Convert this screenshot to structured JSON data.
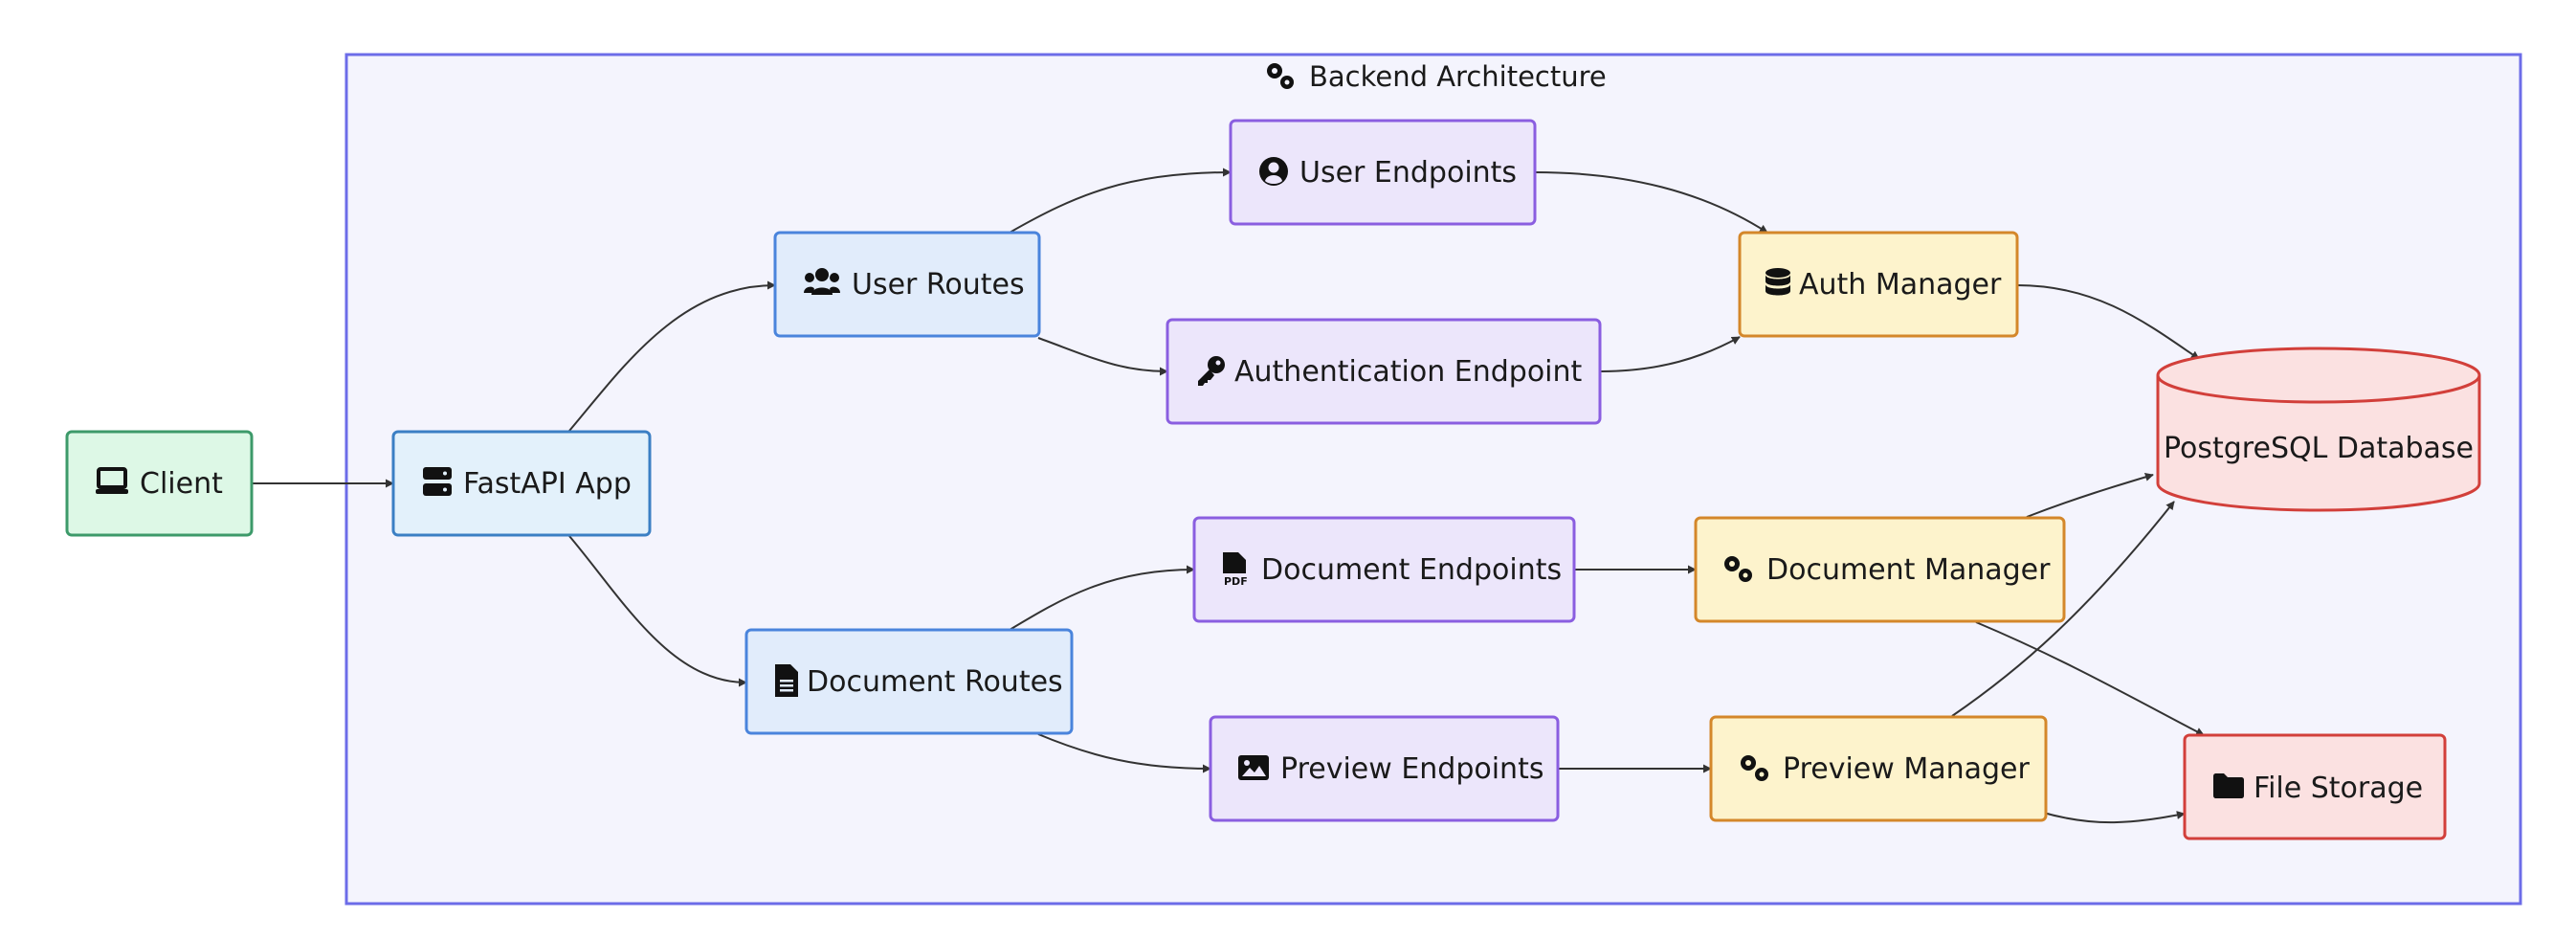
{
  "subgraph": {
    "title": "Backend Architecture",
    "icon": "gears-icon"
  },
  "nodes": {
    "client": {
      "label": "Client",
      "icon": "laptop-icon"
    },
    "fastapi": {
      "label": "FastAPI App",
      "icon": "server-icon"
    },
    "user_routes": {
      "label": "User Routes",
      "icon": "users-icon"
    },
    "document_routes": {
      "label": "Document Routes",
      "icon": "file-lines-icon"
    },
    "user_endpoints": {
      "label": "User Endpoints",
      "icon": "user-circle-icon"
    },
    "auth_endpoint": {
      "label": "Authentication Endpoint",
      "icon": "key-icon"
    },
    "document_endpoints": {
      "label": "Document Endpoints",
      "icon": "file-pdf-icon"
    },
    "preview_endpoints": {
      "label": "Preview Endpoints",
      "icon": "image-icon"
    },
    "auth_manager": {
      "label": "Auth Manager",
      "icon": "database-icon"
    },
    "document_manager": {
      "label": "Document Manager",
      "icon": "gears-icon"
    },
    "preview_manager": {
      "label": "Preview Manager",
      "icon": "gears-icon"
    },
    "postgres": {
      "label": "PostgreSQL Database",
      "icon": ""
    },
    "file_storage": {
      "label": "File Storage",
      "icon": "folder-icon"
    }
  },
  "edges": [
    {
      "from": "Client",
      "to": "FastAPI App"
    },
    {
      "from": "FastAPI App",
      "to": "User Routes"
    },
    {
      "from": "FastAPI App",
      "to": "Document Routes"
    },
    {
      "from": "User Routes",
      "to": "User Endpoints"
    },
    {
      "from": "User Routes",
      "to": "Authentication Endpoint"
    },
    {
      "from": "Document Routes",
      "to": "Document Endpoints"
    },
    {
      "from": "Document Routes",
      "to": "Preview Endpoints"
    },
    {
      "from": "User Endpoints",
      "to": "Auth Manager"
    },
    {
      "from": "Authentication Endpoint",
      "to": "Auth Manager"
    },
    {
      "from": "Document Endpoints",
      "to": "Document Manager"
    },
    {
      "from": "Preview Endpoints",
      "to": "Preview Manager"
    },
    {
      "from": "Auth Manager",
      "to": "PostgreSQL Database"
    },
    {
      "from": "Document Manager",
      "to": "PostgreSQL Database"
    },
    {
      "from": "Preview Manager",
      "to": "PostgreSQL Database"
    },
    {
      "from": "Document Manager",
      "to": "File Storage"
    },
    {
      "from": "Preview Manager",
      "to": "File Storage"
    }
  ],
  "colors": {
    "subgraph_fill": "#f4f4fd",
    "subgraph_stroke": "#6c6ce8",
    "client_fill": "#ddf8e6",
    "client_stroke": "#3d9a6a",
    "app_fill": "#e3f1fb",
    "app_stroke": "#3b7fc4",
    "routes_fill": "#e1ecfb",
    "routes_stroke": "#4a84dc",
    "endpoint_fill": "#ece6fb",
    "endpoint_stroke": "#8a5ee0",
    "manager_fill": "#fdf3cc",
    "manager_stroke": "#d4872a",
    "storage_fill": "#fbe1e1",
    "storage_stroke": "#d23f3a"
  }
}
